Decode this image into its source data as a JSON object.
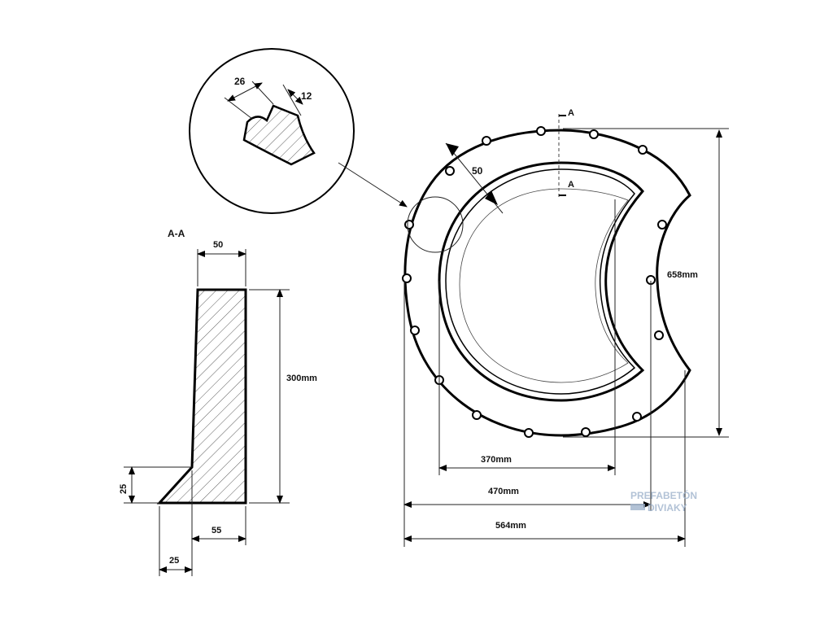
{
  "section": {
    "title": "A-A",
    "dim_top_width": "50",
    "dim_height": "300mm",
    "dim_step_height": "25",
    "dim_bottom": "55",
    "dim_toe": "25"
  },
  "detail": {
    "dim_left": "26",
    "dim_right": "12"
  },
  "plan": {
    "section_mark_top": "A",
    "section_mark_inner": "A",
    "dim_wall": "50",
    "dim_height": "658mm",
    "dim_inner": "370mm",
    "dim_mid": "470mm",
    "dim_outer": "564mm"
  },
  "watermark": {
    "line1": "PREFABETÓN",
    "line2": "DIVIAKY"
  }
}
